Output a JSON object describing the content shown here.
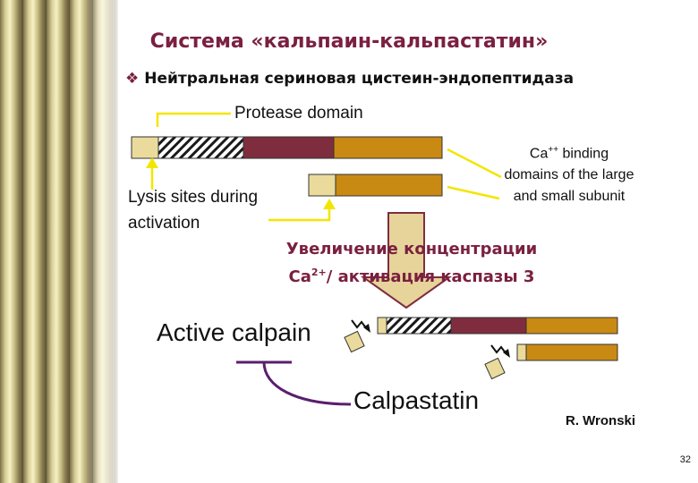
{
  "title": "Система «кальпаин-кальпастатин»",
  "bullet": {
    "icon": "diamond-bullet-icon",
    "symbol": "❖",
    "text": "Нейтральная сериновая цистеин-эндопептидаза"
  },
  "labels": {
    "protease_domain": "Protease domain",
    "ca_binding_prefix": "Ca",
    "ca_binding_sup": "++",
    "ca_binding_rest": " binding domains of the large and small subunit",
    "lysis_sites": "Lysis sites during activation",
    "increase_line1": "Увеличение концентрации",
    "increase_line2_prefix": "Ca",
    "increase_line2_sup": "2+",
    "increase_line2_rest": "/ активация каспазы 3",
    "active_calpain": "Active calpain",
    "calpastatin": "Calpastatin",
    "author": "R. Wronski",
    "page_number": "32"
  },
  "colors": {
    "title": "#7a2040",
    "pale_segment": "#eadb9c",
    "maroon_segment": "#7f2d3e",
    "gold_segment": "#c98a14",
    "callout_line": "#f2e600",
    "big_arrow_fill": "#e6d49a",
    "calpastatin_line": "#5a1e6e"
  }
}
